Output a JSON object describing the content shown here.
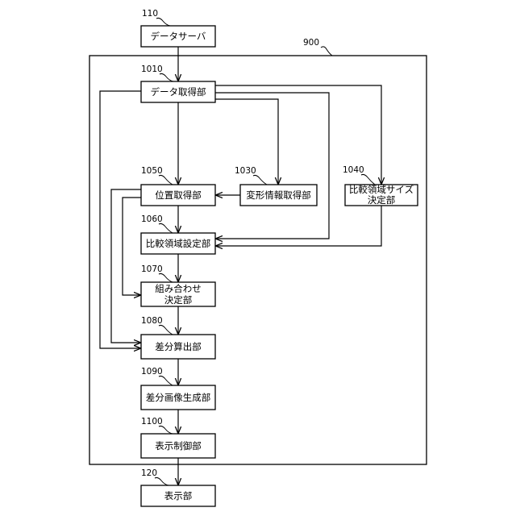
{
  "diagram": {
    "container": {
      "ref": "900"
    },
    "data_server": {
      "ref": "110",
      "label": "データサーバ"
    },
    "data_acquisition": {
      "ref": "1010",
      "label": "データ取得部"
    },
    "deformation_info": {
      "ref": "1030",
      "label": "変形情報取得部"
    },
    "comparison_region_size": {
      "ref": "1040",
      "label_line1": "比較領域サイズ",
      "label_line2": "決定部"
    },
    "position_acquisition": {
      "ref": "1050",
      "label": "位置取得部"
    },
    "comparison_region_setting": {
      "ref": "1060",
      "label": "比較領域設定部"
    },
    "combination": {
      "ref": "1070",
      "label_line1": "組み合わせ",
      "label_line2": "決定部"
    },
    "difference_calc": {
      "ref": "1080",
      "label": "差分算出部"
    },
    "difference_image": {
      "ref": "1090",
      "label": "差分画像生成部"
    },
    "display_control": {
      "ref": "1100",
      "label": "表示制御部"
    },
    "display": {
      "ref": "120",
      "label": "表示部"
    }
  }
}
